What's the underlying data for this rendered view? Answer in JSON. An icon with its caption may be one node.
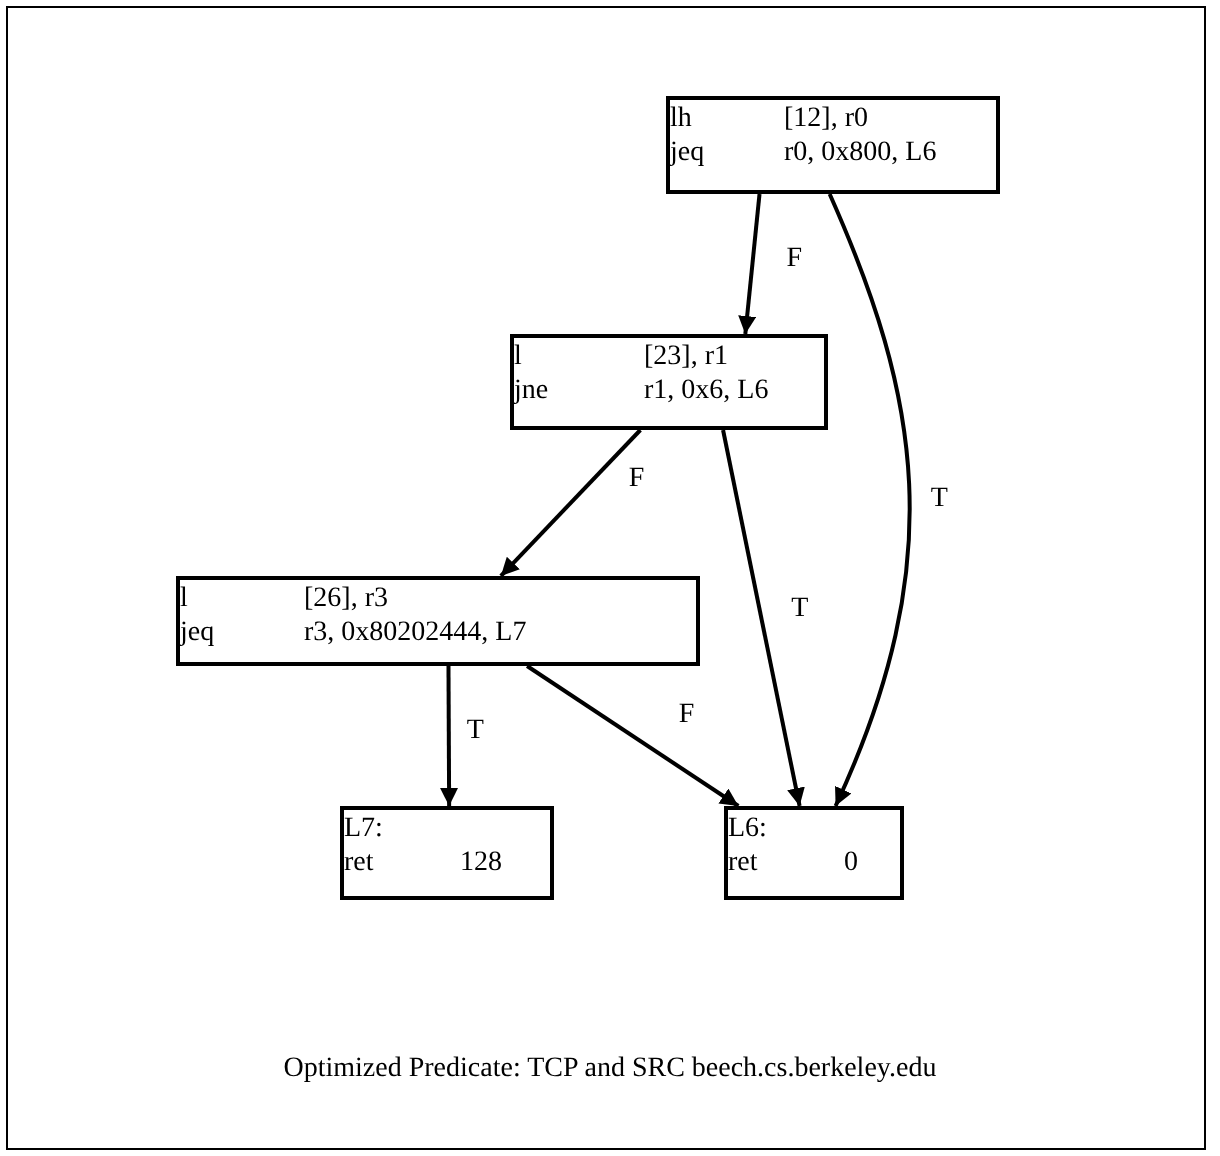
{
  "diagram": {
    "caption": "Optimized Predicate: TCP and SRC beech.cs.berkeley.edu",
    "nodes": [
      {
        "text": [
          "lh",
          "[12], r0",
          "jeq",
          "r0, 0x800, L6"
        ]
      },
      {
        "text": [
          "l",
          "[23], r1",
          "jne",
          "r1, 0x6, L6"
        ]
      },
      {
        "text": [
          "l",
          "[26], r3",
          "jeq",
          "r3, 0x80202444, L7"
        ]
      },
      {
        "text": [
          "L7:",
          "ret",
          "128"
        ]
      },
      {
        "text": [
          "L6:",
          "ret",
          "0"
        ]
      }
    ],
    "edges": [
      {
        "from": 0,
        "to": 1,
        "arrow": "to",
        "label": "F"
      },
      {
        "from": 0,
        "to": 4,
        "arrow": "to",
        "label": "T"
      },
      {
        "from": 1,
        "to": 2,
        "arrow": "to",
        "label": "F"
      },
      {
        "from": 1,
        "to": 4,
        "arrow": "to",
        "label": "T"
      },
      {
        "from": 2,
        "to": 3,
        "arrow": "to",
        "label": "T"
      },
      {
        "from": 2,
        "to": 4,
        "arrow": "to",
        "label": "F"
      }
    ]
  }
}
